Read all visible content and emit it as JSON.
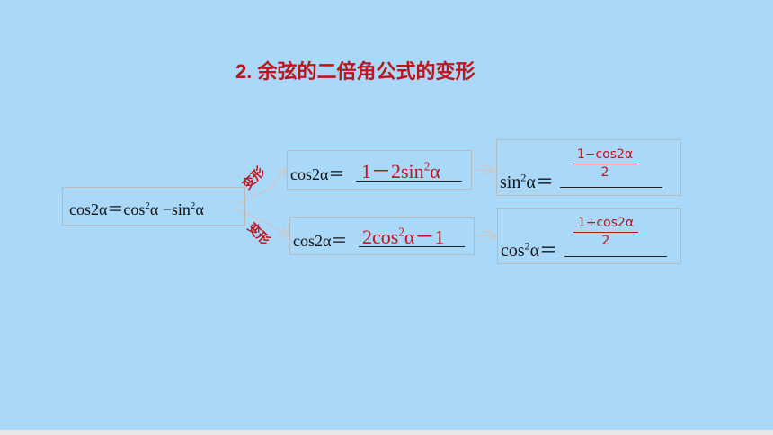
{
  "title": "2. 余弦的二倍角公式的变形",
  "source_formula": {
    "cos_prefix": "cos2α＝cos",
    "sq1": "2",
    "mid": "α −sin",
    "sq2": "2",
    "end": "α"
  },
  "transform_labels": [
    "变形",
    "变形"
  ],
  "row1": {
    "left_prefix": "cos2α＝",
    "answer_a": "1－2sin",
    "answer_sq": "2",
    "answer_b": "α",
    "right_prefix_a": "sin",
    "right_sq": "2",
    "right_prefix_b": "α＝",
    "frac_num": "1−cos2α",
    "frac_den": "2"
  },
  "row2": {
    "left_prefix": "cos2α＝",
    "answer_a": "2cos",
    "answer_sq": "2",
    "answer_b": "α－1",
    "right_prefix_a": "cos",
    "right_sq": "2",
    "right_prefix_b": "α＝",
    "frac_num": "1+cos2α",
    "frac_den": "2"
  }
}
